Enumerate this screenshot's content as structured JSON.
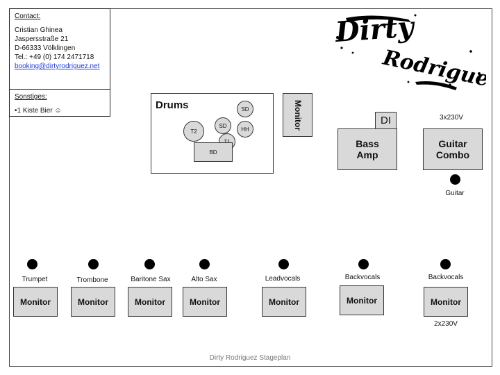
{
  "contact": {
    "heading": "Contact:",
    "name": "Cristian Ghinea",
    "street": "Jaspersstraße 21",
    "city": "D-66333 Völklingen",
    "phone": "Tel.: +49 (0) 174 2471718",
    "email": "booking@dirtyrodriguez.net"
  },
  "misc": {
    "heading": "Sonstiges:",
    "item": "•1 Kiste Bier ☺"
  },
  "logo_text": "Dirty Rodriguez",
  "drums": {
    "title": "Drums",
    "pieces": [
      "SD",
      "SD",
      "HH",
      "T2",
      "T1",
      "BD"
    ]
  },
  "drum_monitor_label": "Monitor",
  "bass": {
    "label_line1": "Bass",
    "label_line2": "Amp",
    "di": "DI"
  },
  "guitar": {
    "power": "3x230V",
    "label_line1": "Guitar",
    "label_line2": "Combo",
    "input": "Guitar"
  },
  "front_line": [
    {
      "mic": "Trumpet",
      "monitor": "Monitor",
      "note": ""
    },
    {
      "mic": "Trombone",
      "monitor": "Monitor",
      "note": ""
    },
    {
      "mic": "Baritone Sax",
      "monitor": "Monitor",
      "note": ""
    },
    {
      "mic": "Alto Sax",
      "monitor": "Monitor",
      "note": ""
    },
    {
      "mic": "Leadvocals",
      "monitor": "Monitor",
      "note": ""
    },
    {
      "mic": "Backvocals",
      "monitor": "Monitor",
      "note": ""
    },
    {
      "mic": "Backvocals",
      "monitor": "Monitor",
      "note": "2x230V"
    }
  ],
  "footer": "Dirty Rodriguez Stageplan"
}
